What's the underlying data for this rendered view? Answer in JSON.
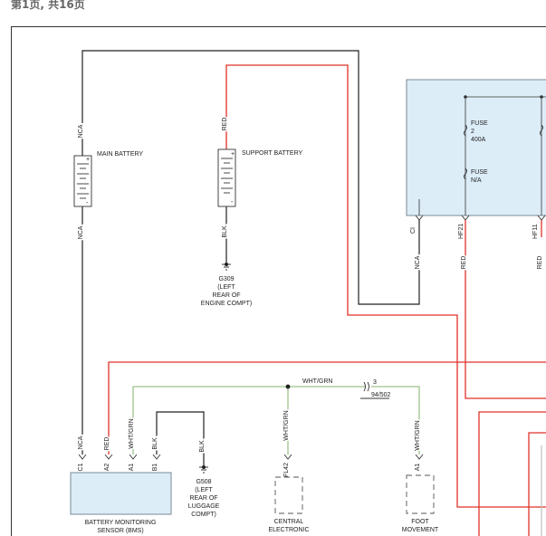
{
  "header": {
    "page_text": "第1页, 共16页"
  },
  "colors": {
    "red_wire": "#e0322a",
    "black_wire": "#222222",
    "green_wire": "#9dc48a",
    "module_fill": "#dcedf8",
    "module_stroke": "#7a8a96"
  },
  "battery": {
    "main_label": "MAIN BATTERY",
    "support_label": "SUPPORT BATTERY",
    "plus": "+",
    "minus": "-"
  },
  "wires": {
    "nca": "NCA",
    "red": "RED",
    "blk": "BLK",
    "wht_grn": "WHT/GRN"
  },
  "grounds": {
    "g309": [
      "G309",
      "(LEFT",
      "REAR OF",
      "ENGINE COMPT)"
    ],
    "g508": [
      "G508",
      "(LEFT",
      "REAR OF",
      "LUGGAGE",
      "COMPT)"
    ]
  },
  "fusebox": {
    "fuse1": [
      "FUSE",
      "2",
      "400A"
    ],
    "fuse2": [
      "FUSE",
      "N/A"
    ],
    "pins": [
      "CI",
      "HF21",
      "HF11"
    ]
  },
  "splice": {
    "pin": "3",
    "connector": "94/502"
  },
  "bms": {
    "pins": [
      "C1",
      "A2",
      "A1",
      "B1"
    ],
    "label": [
      "BATTERY MONITORING",
      "SENSOR (BMS)"
    ]
  },
  "central": {
    "pin": "FL42",
    "label": [
      "CENTRAL",
      "ELECTRONIC"
    ]
  },
  "foot": {
    "pin": "A1",
    "label": [
      "FOOT",
      "MOVEMENT"
    ]
  }
}
